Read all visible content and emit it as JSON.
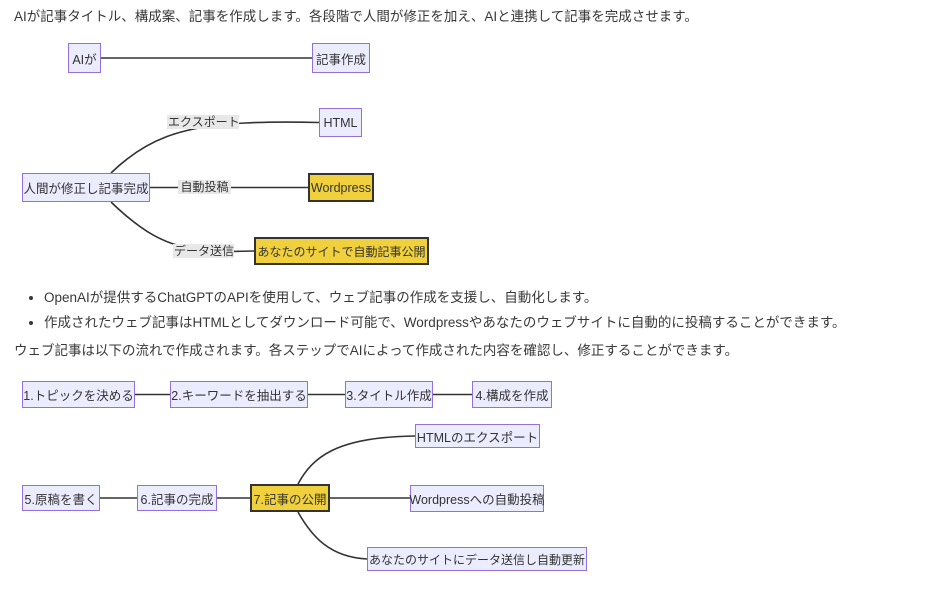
{
  "document": {
    "intro": "AIが記事タイトル、構成案、記事を作成します。各段階で人間が修正を加え、AIと連携して記事を完成させます。",
    "bullets": [
      "OpenAIが提供するChatGPTのAPIを使用して、ウェブ記事の作成を支援し、自動化します。",
      "作成されたウェブ記事はHTMLとしてダウンロード可能で、Wordpressやあなたのウェブサイトに自動的に投稿することができます。"
    ],
    "flow_intro": "ウェブ記事は以下の流れで作成されます。各ステップでAIによって作成された内容を確認し、修正することができます。"
  },
  "colors": {
    "node_fill": "#ECECFF",
    "node_border": "#9370DB",
    "highlight_fill": "#F0D03C",
    "highlight_border": "#333333",
    "edge_line": "#333333",
    "edge_label_bg": "#E8E8E8",
    "text": "#383838"
  },
  "diagram1": {
    "nodes": {
      "ai": "AIが",
      "article_create": "記事作成",
      "html": "HTML",
      "human_edit": "人間が修正し記事完成",
      "wordpress": "Wordpress",
      "auto_publish": "あなたのサイトで自動記事公開"
    },
    "edge_labels": {
      "export": "エクスポート",
      "auto_post": "自動投稿",
      "data_send": "データ送信"
    }
  },
  "diagram2": {
    "steps": [
      "1.トピックを決める",
      "2.キーワードを抽出する",
      "3.タイトル作成",
      "4.構成を作成",
      "5.原稿を書く",
      "6.記事の完成",
      "7.記事の公開"
    ],
    "outputs": [
      "HTMLのエクスポート",
      "Wordpressへの自動投稿",
      "あなたのサイトにデータ送信し自動更新"
    ]
  }
}
